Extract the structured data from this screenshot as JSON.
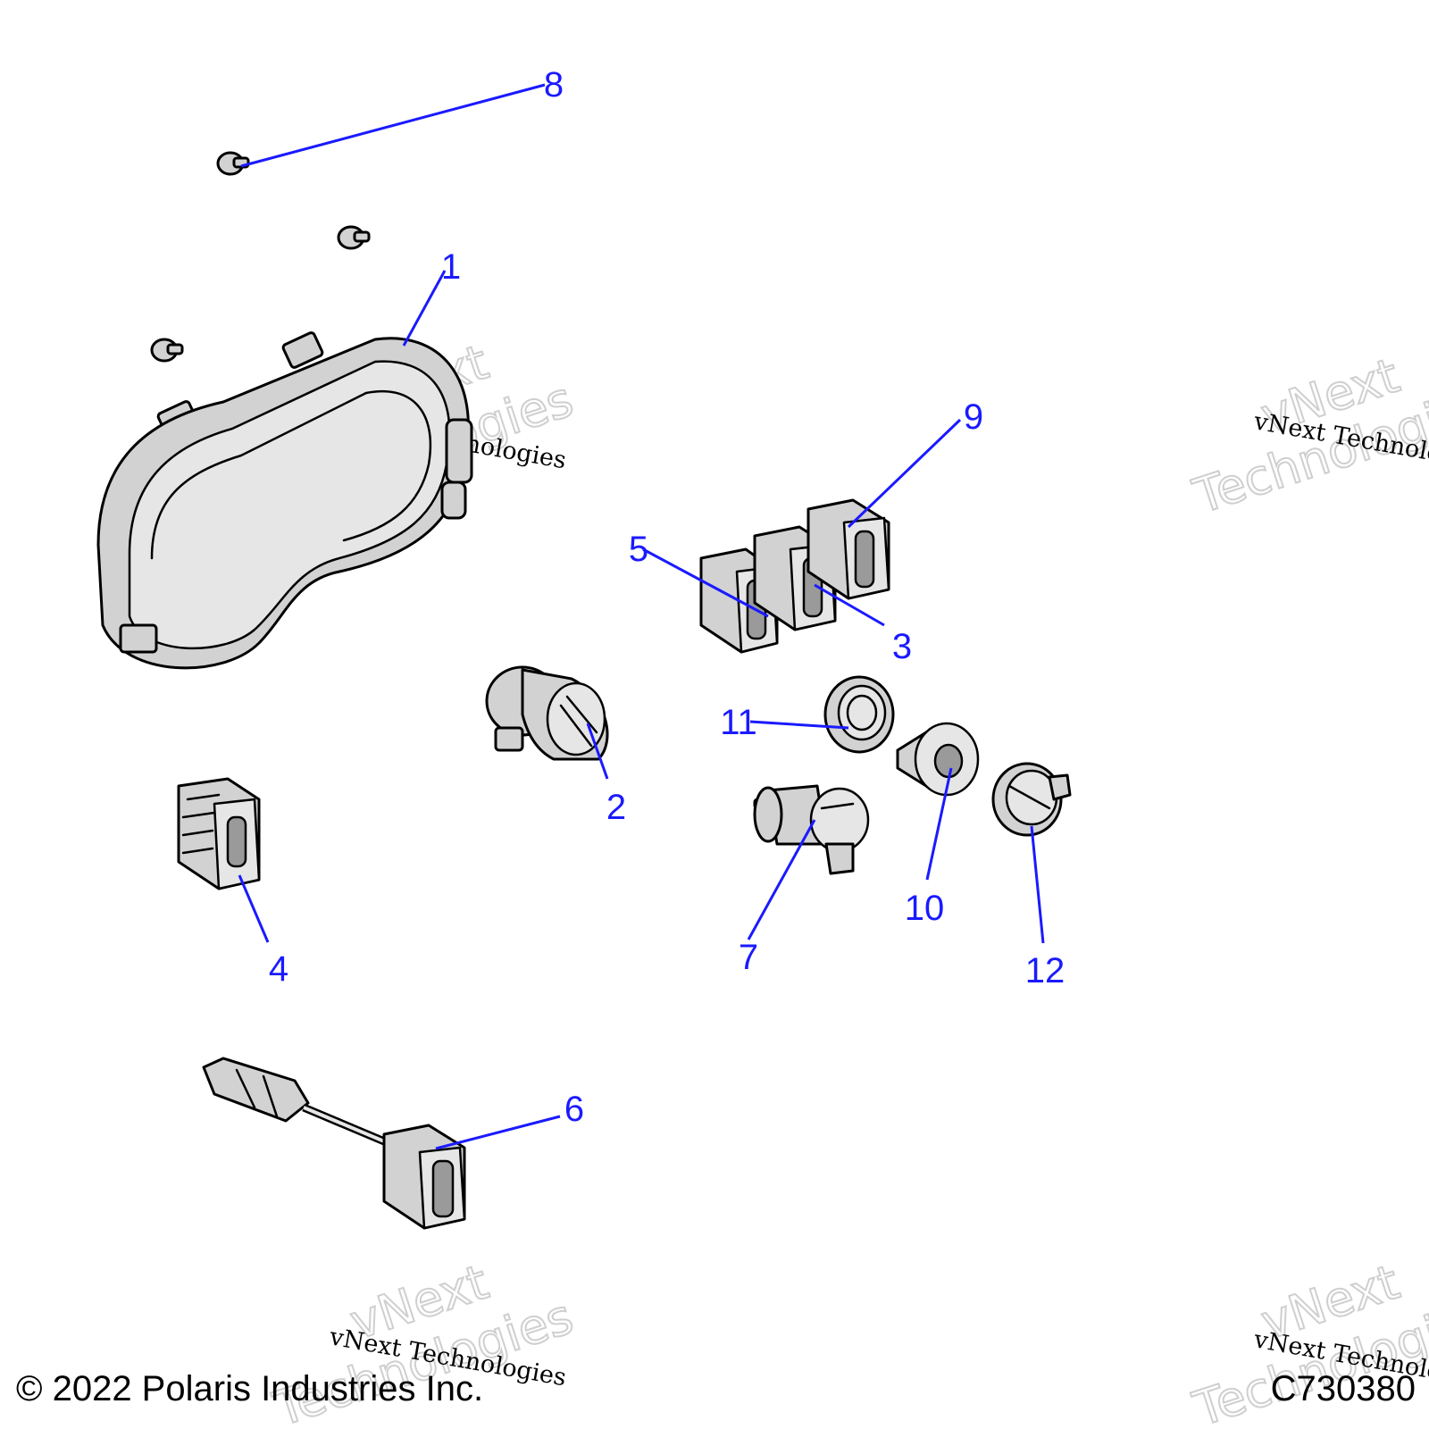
{
  "callouts": [
    "1",
    "2",
    "3",
    "4",
    "5",
    "6",
    "7",
    "8",
    "9",
    "10",
    "11",
    "12"
  ],
  "watermark": {
    "word_1": "vNext",
    "word_2": "Technologies",
    "line": "vNext Technologies"
  },
  "footer": {
    "copyright": "© 2022 Polaris Industries Inc.",
    "drawing_number": "C730380"
  }
}
